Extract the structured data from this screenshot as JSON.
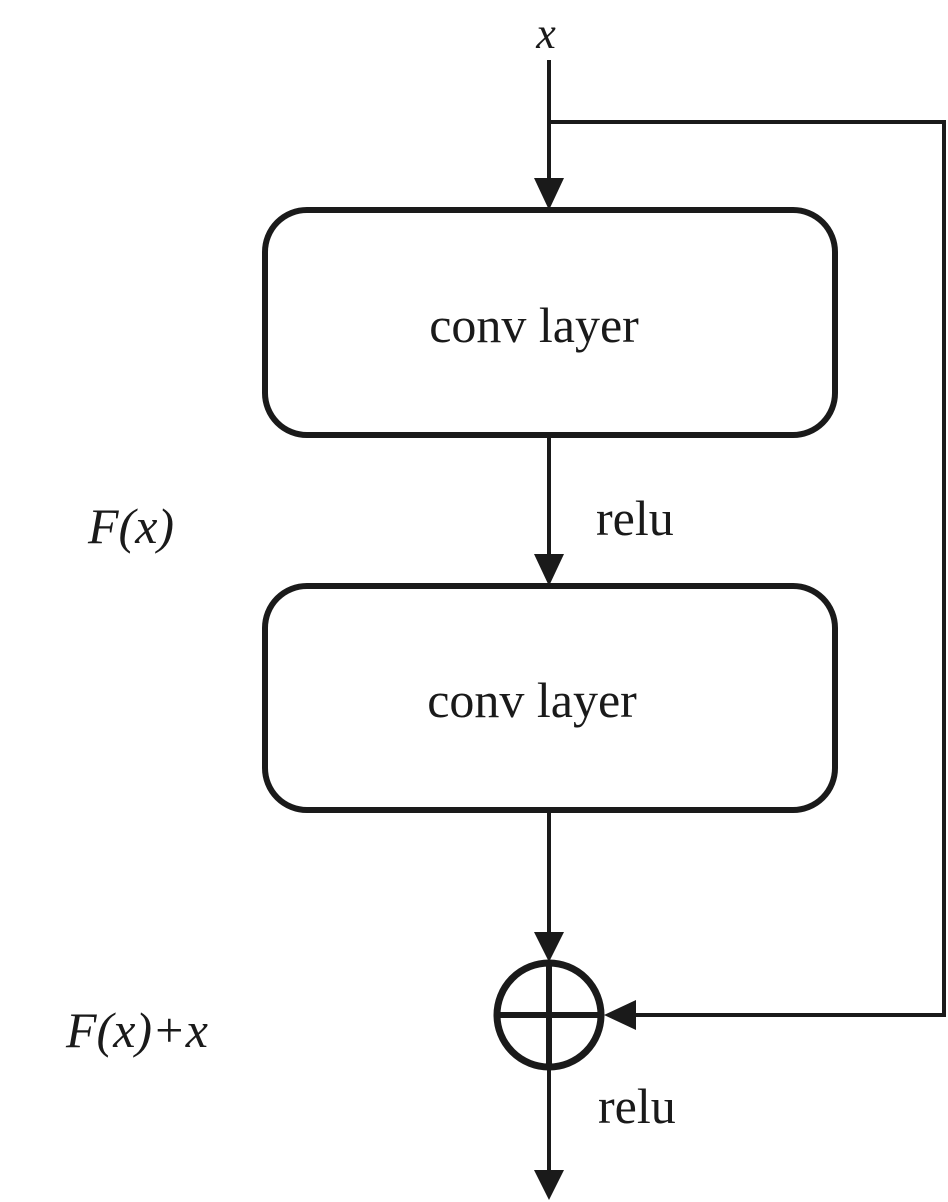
{
  "diagram": {
    "input_label": "x",
    "layer1_label": "conv layer",
    "activation1_label": "relu",
    "layer2_label": "conv layer",
    "residual_label": "F(x)",
    "sum_label": "F(x)+x",
    "activation2_label": "relu",
    "colors": {
      "stroke": "#1a1a1a",
      "background": "#ffffff"
    }
  }
}
